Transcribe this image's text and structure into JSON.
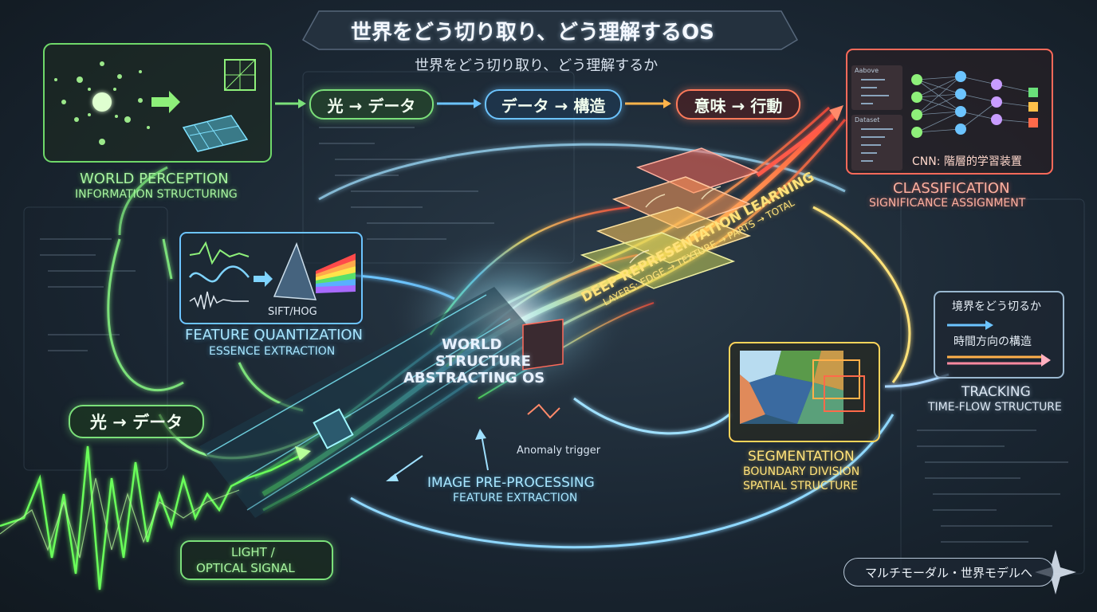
{
  "header": {
    "title": "世界をどう切り取り、どう理解するOS",
    "subtitle": "世界をどう切り取り、どう理解するか"
  },
  "flow_pills": [
    {
      "label": "光 → データ",
      "color": "#7be07a"
    },
    {
      "label": "データ → 構造",
      "color": "#6cc4ff"
    },
    {
      "label": "意味 → 行動",
      "color": "#ff7a5a"
    }
  ],
  "world_perception": {
    "title": "WORLD PERCEPTION",
    "subtitle": "INFORMATION STRUCTURING"
  },
  "classification": {
    "panel_label_1": "Aabove",
    "panel_label_2": "Dataset",
    "caption": "CNN: 階層的学習装置",
    "title": "CLASSIFICATION",
    "subtitle": "SIGNIFICANCE ASSIGNMENT"
  },
  "feature_quantization": {
    "caption": "SIFT/HOG",
    "title": "FEATURE QUANTIZATION",
    "subtitle": "ESSENCE EXTRACTION"
  },
  "center": {
    "line1": "WORLD",
    "line2": "STRUCTURE",
    "line3": "ABSTRACTING OS"
  },
  "deep_learning": {
    "title": "DEEP REPRESENTATION LEARNING",
    "subtitle": "LAYERS: EDGE → TEXTURE → PARTS → TOTAL"
  },
  "tracking": {
    "line1": "境界をどう切るか",
    "line2": "時間方向の構造",
    "title": "TRACKING",
    "subtitle": "TIME-FLOW STRUCTURE"
  },
  "segmentation": {
    "title": "SEGMENTATION",
    "line2": "BOUNDARY DIVISION",
    "line3": "SPATIAL STRUCTURE"
  },
  "left_pill": {
    "label": "光 → データ"
  },
  "anomaly": {
    "label": "Anomaly trigger"
  },
  "preprocessing": {
    "title": "IMAGE PRE-PROCESSING",
    "subtitle": "FEATURE EXTRACTION"
  },
  "light_signal": {
    "line1": "LIGHT /",
    "line2": "OPTICAL SIGNAL"
  },
  "footer": {
    "label": "マルチモーダル・世界モデルへ"
  },
  "colors": {
    "green": "#7be07a",
    "cyan": "#6cc4ff",
    "yellow": "#ffd45a",
    "red": "#ff6a4a",
    "white": "#e8f2ff"
  }
}
